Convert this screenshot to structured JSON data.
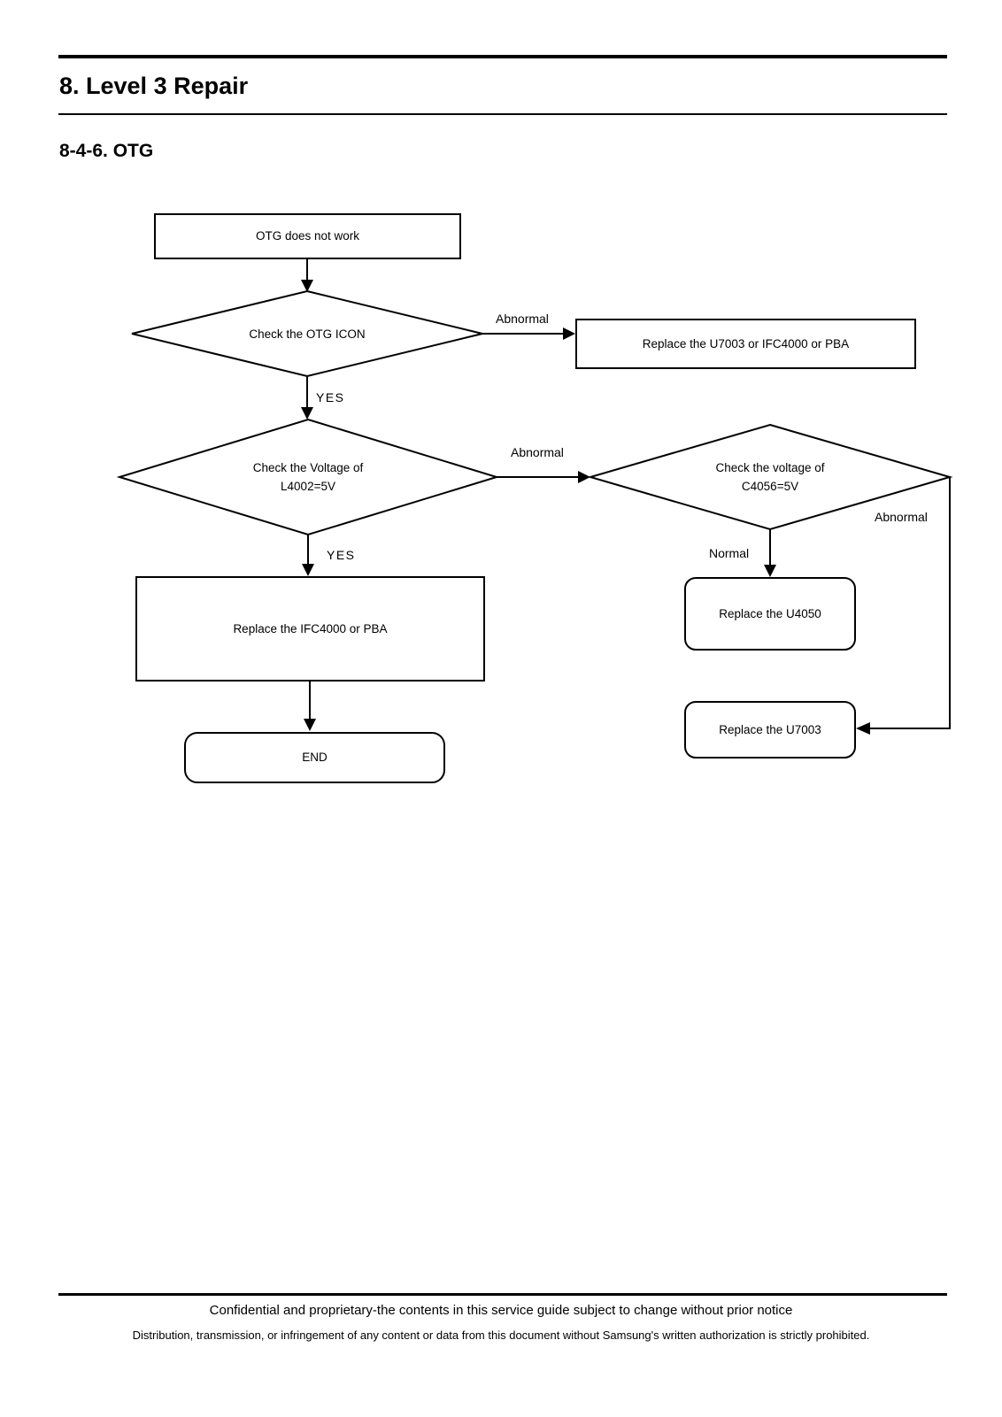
{
  "header": {
    "title": "8. Level 3 Repair",
    "subtitle": "8-4-6. OTG"
  },
  "flowchart": {
    "nodes": {
      "start": "OTG does not work",
      "check_otg_icon": "Check the OTG ICON",
      "replace_u7003_or_ifc4000_or_pba": "Replace the U7003 or IFC4000 or PBA",
      "check_voltage_l4002_line1": "Check the Voltage of",
      "check_voltage_l4002_line2": "L4002=5V",
      "check_voltage_c4056_line1": "Check the voltage of",
      "check_voltage_c4056_line2": "C4056=5V",
      "replace_ifc4000_or_pba": "Replace the IFC4000 or PBA",
      "replace_u4050": "Replace the U4050",
      "replace_u7003": "Replace the U7003",
      "end": "END"
    },
    "edge_labels": {
      "otg_icon_abnormal": "Abnormal",
      "otg_icon_yes": "YES",
      "l4002_abnormal": "Abnormal",
      "l4002_yes": "YES",
      "c4056_normal": "Normal",
      "c4056_abnormal": "Abnormal"
    }
  },
  "footer": {
    "line1": "Confidential and proprietary-the contents in this service guide subject to change without prior notice",
    "line2": "Distribution, transmission, or infringement of any content or data from this document without Samsung's written authorization is strictly prohibited."
  },
  "colors": {
    "ink": "#000000",
    "background": "#ffffff"
  }
}
